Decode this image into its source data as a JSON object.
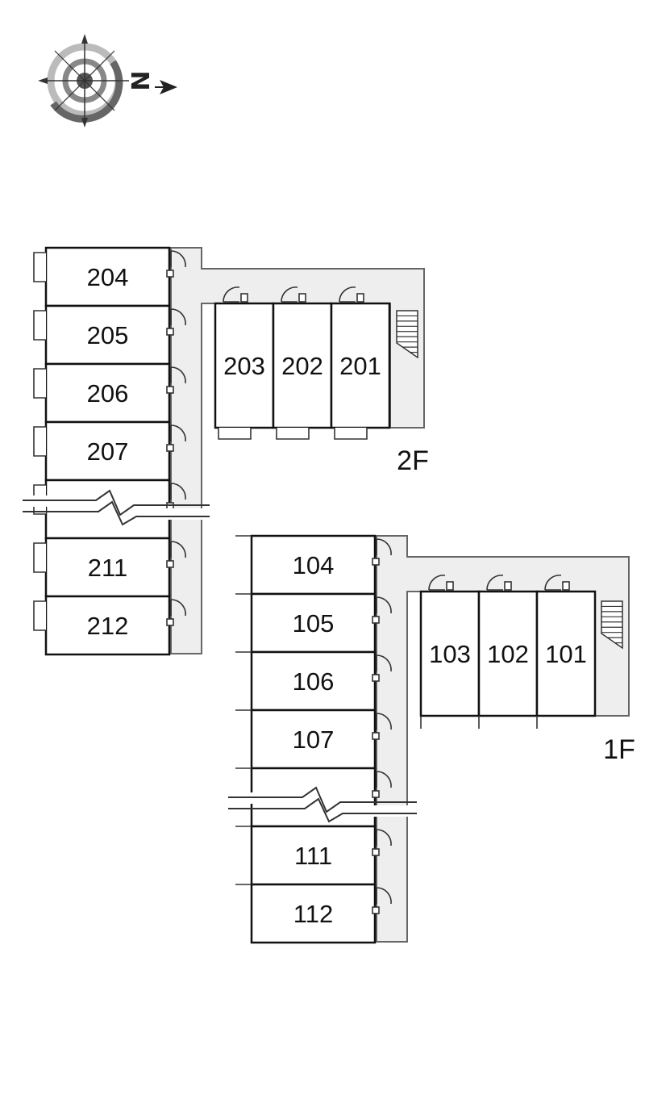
{
  "compass": {
    "letter": "N",
    "icon": "compass-rose-icon",
    "arrow_direction": "east"
  },
  "floors": [
    {
      "id": "2f",
      "label": "2F",
      "rows": [
        "204",
        "205",
        "206",
        "207",
        "",
        "211",
        "212"
      ],
      "cluster": [
        "203",
        "202",
        "201"
      ]
    },
    {
      "id": "1f",
      "label": "1F",
      "rows": [
        "104",
        "105",
        "106",
        "107",
        "",
        "111",
        "112"
      ],
      "cluster": [
        "103",
        "102",
        "101"
      ]
    }
  ],
  "colors": {
    "corridor": "#eeeeee",
    "walls": "#111111",
    "background": "#ffffff"
  }
}
